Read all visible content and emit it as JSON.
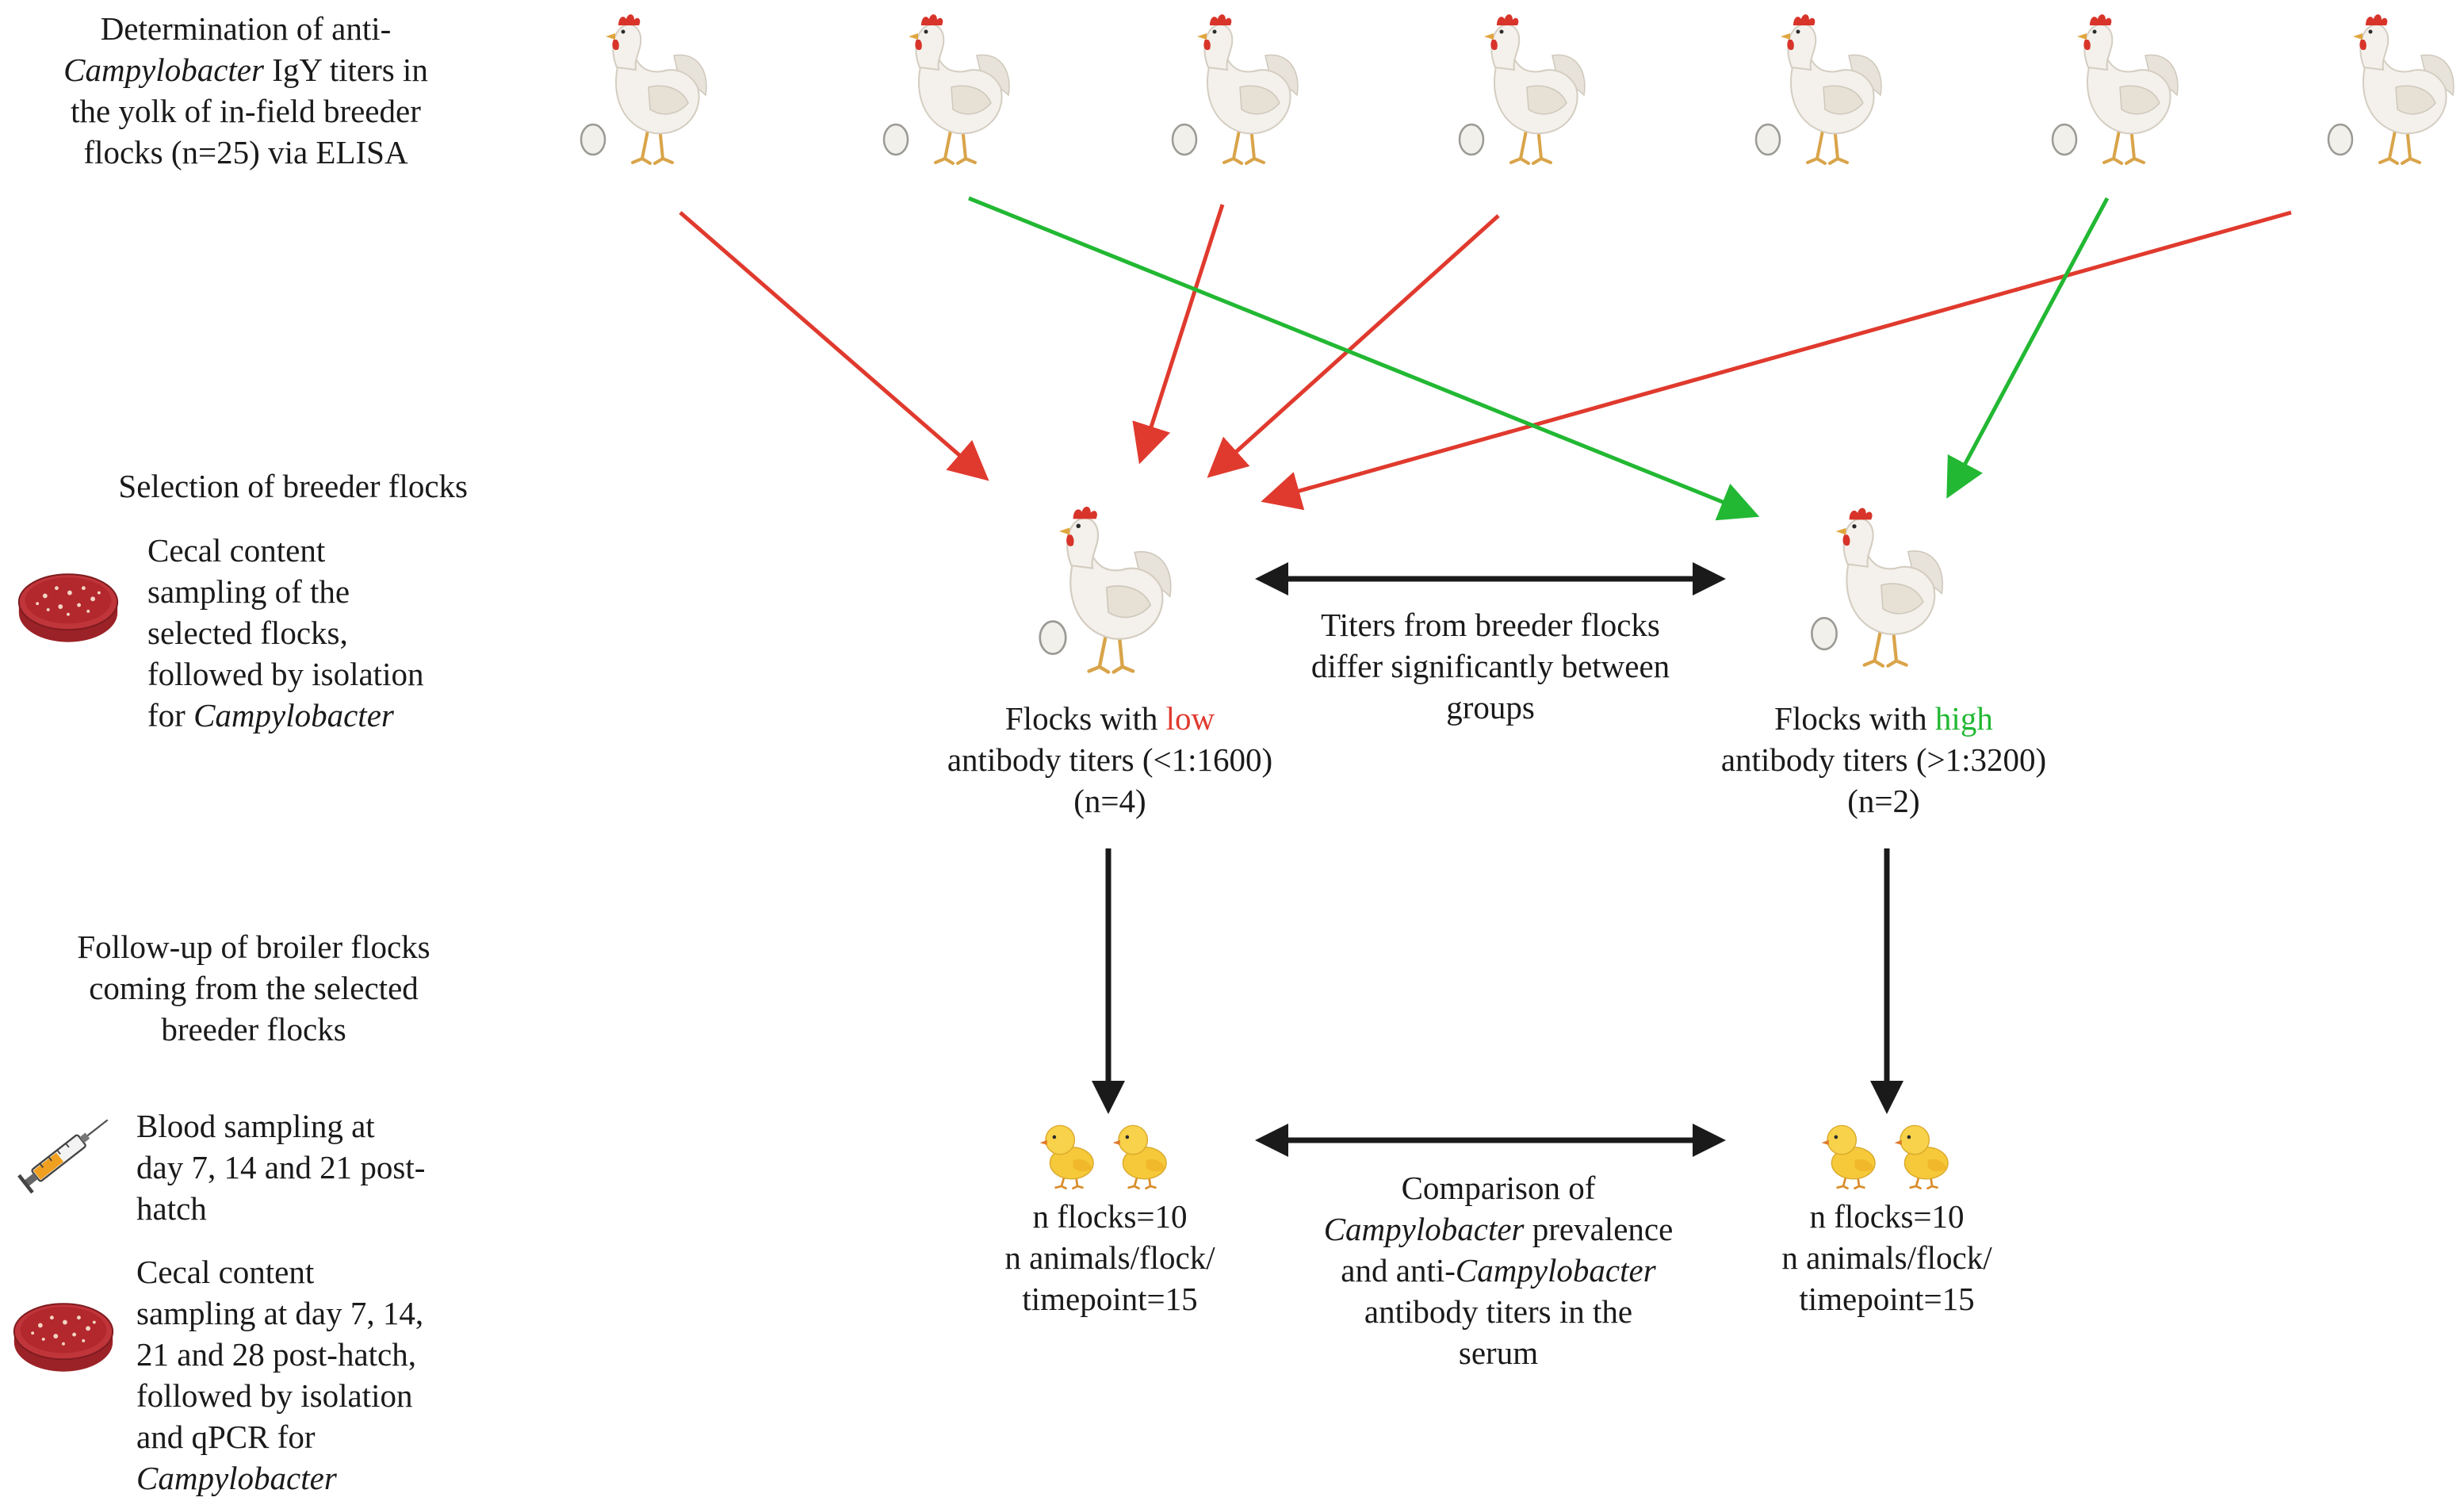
{
  "left_column": {
    "step1": {
      "line1": "Determination of anti-",
      "line2_italic": "Campylobacter",
      "line2_rest": " IgY titers in",
      "line3": "the yolk of in-field breeder",
      "line4": "flocks (n=25) via ELISA"
    },
    "step2": {
      "title": "Selection of breeder flocks",
      "detail": {
        "line1": "Cecal content",
        "line2": "sampling of the",
        "line3": "selected flocks,",
        "line4": "followed by isolation",
        "line5_pre": "for ",
        "line5_italic": "Campylobacter"
      }
    },
    "step3": {
      "title": {
        "line1": "Follow-up of broiler flocks",
        "line2": "coming from the selected",
        "line3": "breeder flocks"
      },
      "blood": {
        "line1": "Blood sampling at",
        "line2": "day 7, 14 and 21 post-",
        "line3": "hatch"
      },
      "cecal": {
        "line1": "Cecal content",
        "line2": "sampling at day 7, 14,",
        "line3": "21 and 28 post-hatch,",
        "line4": "followed by isolation",
        "line5": "and qPCR for",
        "line6_italic": "Campylobacter"
      }
    }
  },
  "groups": {
    "low": {
      "line1_pre": "Flocks with ",
      "line1_highlight": "low",
      "line2": "antibody titers (<1:1600)",
      "line3": "(n=4)"
    },
    "high": {
      "line1_pre": "Flocks with ",
      "line1_highlight": "high",
      "line2": "antibody titers (>1:3200)",
      "line3": "(n=2)"
    }
  },
  "comparison_breeders": {
    "line1": "Titers from breeder flocks",
    "line2": "differ significantly between",
    "line3": "groups"
  },
  "broilers": {
    "low": {
      "line1": "n flocks=10",
      "line2": "n animals/flock/",
      "line3": "timepoint=15"
    },
    "high": {
      "line1": "n flocks=10",
      "line2": "n animals/flock/",
      "line3": "timepoint=15"
    }
  },
  "comparison_broilers": {
    "line1": "Comparison of",
    "line2_italic": "Campylobacter",
    "line2_rest": " prevalence",
    "line3_pre": "and anti-",
    "line3_italic": "Campylobacter",
    "line4": "antibody titers in the",
    "line5": "serum"
  },
  "colors": {
    "low_arrow": "#e03a2e",
    "high_arrow": "#22b833",
    "black_arrow": "#1a1a1a",
    "hen_body": "#f4f1ec",
    "chick_body": "#f5c93a",
    "petri_agar": "#b3282d"
  },
  "icons": [
    "hen-icon",
    "egg-icon",
    "chick-icon",
    "petri-dish-icon",
    "syringe-icon"
  ]
}
